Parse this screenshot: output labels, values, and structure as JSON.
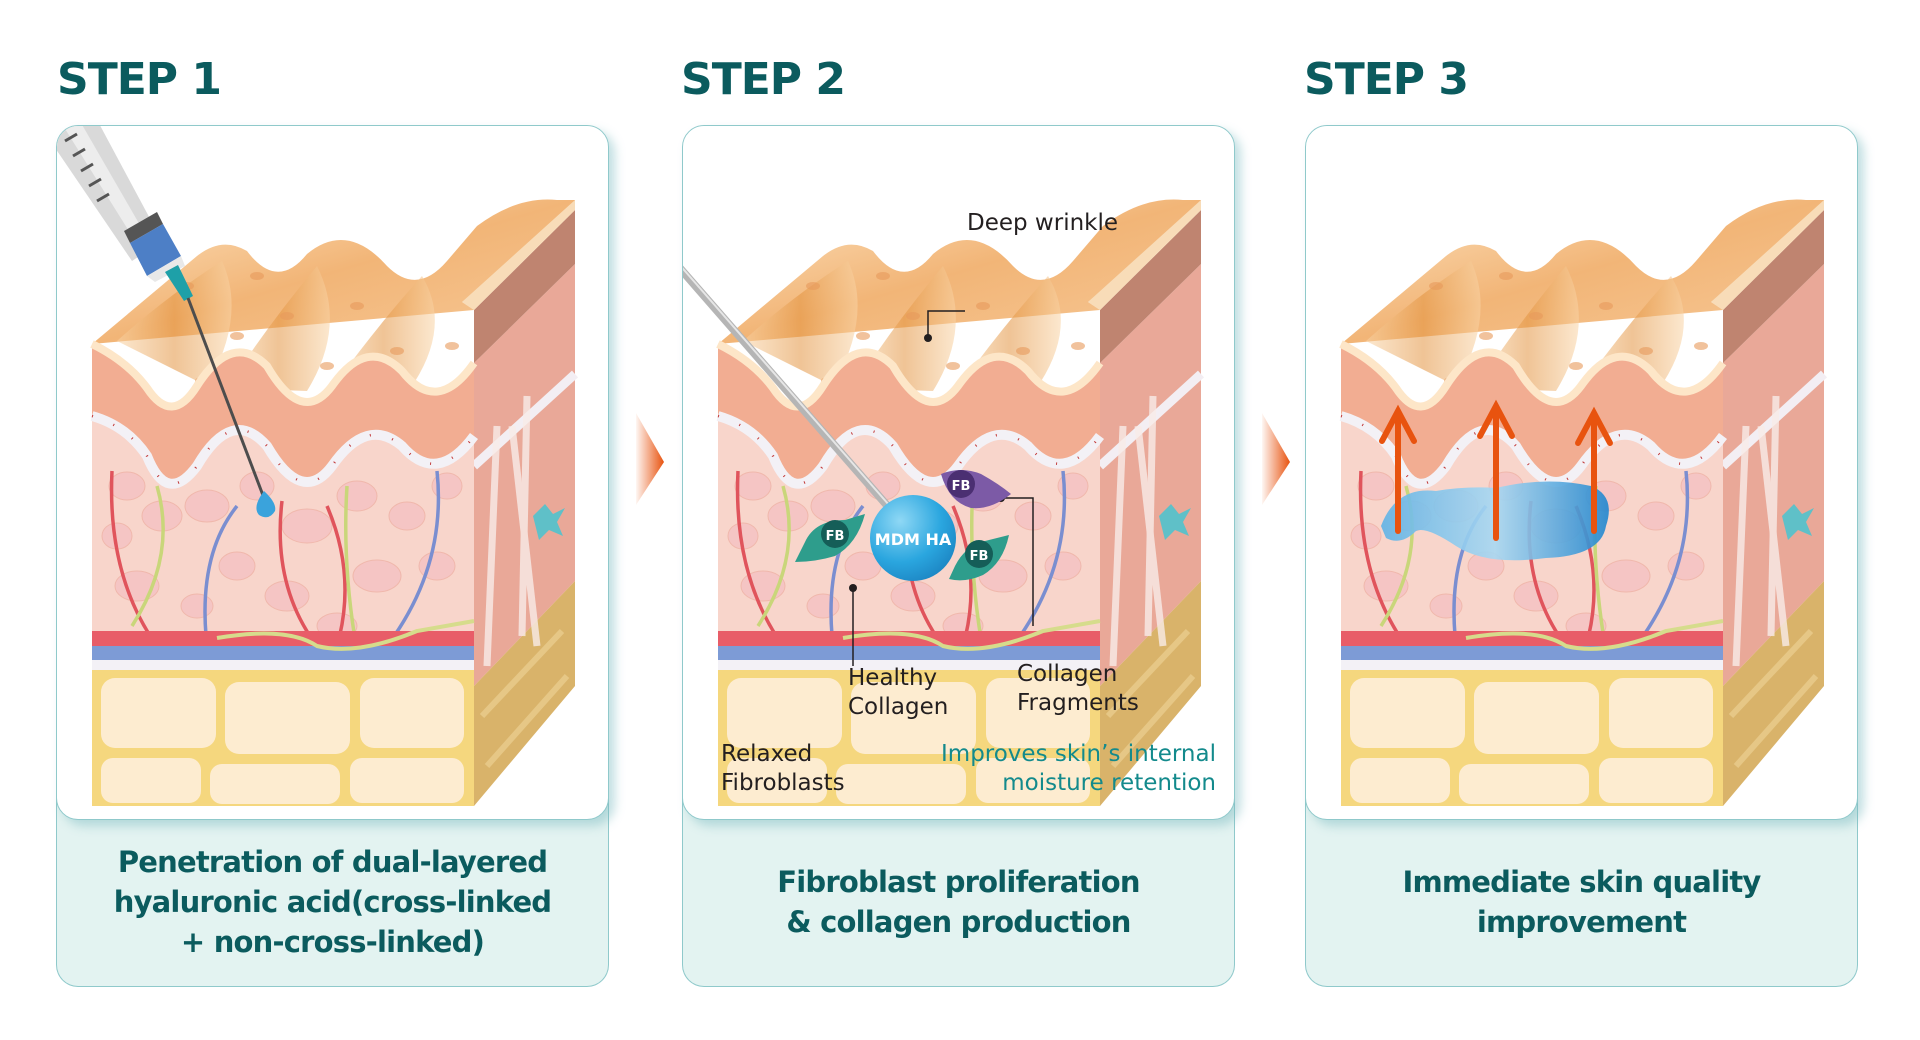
{
  "steps": [
    {
      "title": "STEP 1",
      "caption_lines": [
        "Penetration of dual-layered",
        "hyaluronic acid(cross-linked",
        "+ non-cross-linked)"
      ],
      "illustration": "skin-cross-section-with-syringe-injection"
    },
    {
      "title": "STEP 2",
      "caption_lines": [
        "Fibroblast proliferation",
        "& collagen production"
      ],
      "illustration": "skin-cross-section-with-cannula-and-fibroblasts",
      "labels": {
        "deep_wrinkle": "Deep wrinkle",
        "healthy_collagen": [
          "Healthy",
          "Collagen"
        ],
        "collagen_fragments": [
          "Collagen",
          "Fragments"
        ],
        "relaxed_fibroblasts": [
          "Relaxed",
          "Fibroblasts"
        ],
        "moisture": [
          "Improves skin’s internal",
          "moisture retention"
        ],
        "sphere": "MDM HA",
        "cell": "FB"
      }
    },
    {
      "title": "STEP 3",
      "caption_lines": [
        "Immediate skin quality",
        "improvement"
      ],
      "illustration": "skin-cross-section-with-lifting-arrows"
    }
  ],
  "connector_icon": "chevron-right-arrow-icon",
  "colors": {
    "title": "#0b5b5e",
    "card_border": "#8fc9cb",
    "caption_bg": "#e3f3f1",
    "arrow": "#e8530f",
    "teal_text": "#138a8c",
    "ha_blue": "#2aa6df"
  }
}
